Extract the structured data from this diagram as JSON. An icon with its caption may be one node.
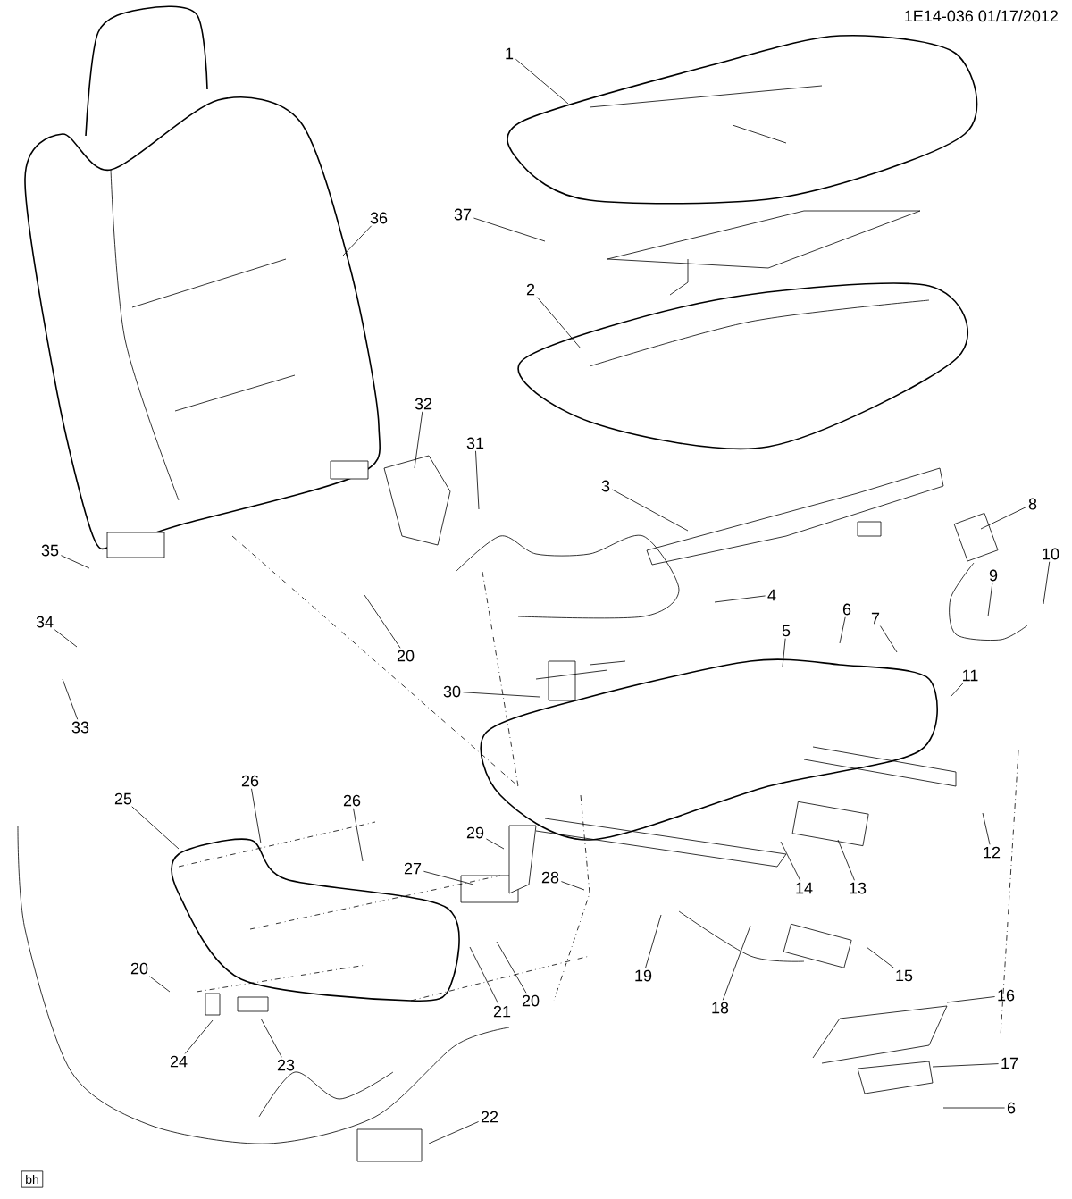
{
  "diagram": {
    "nodes": [
      {
        "text": [
          "1"
        ]
      },
      {
        "text": [
          "36"
        ]
      },
      {
        "text": [
          "37"
        ]
      },
      {
        "text": [
          "2"
        ]
      },
      {
        "text": [
          "32"
        ]
      },
      {
        "text": [
          "31"
        ]
      },
      {
        "text": [
          "3"
        ]
      },
      {
        "text": [
          "8"
        ]
      },
      {
        "text": [
          "10"
        ]
      },
      {
        "text": [
          "9"
        ]
      },
      {
        "text": [
          "35"
        ]
      },
      {
        "text": [
          "4"
        ]
      },
      {
        "text": [
          "6"
        ]
      },
      {
        "text": [
          "20"
        ]
      },
      {
        "text": [
          "34"
        ]
      },
      {
        "text": [
          "5"
        ]
      },
      {
        "text": [
          "7"
        ]
      },
      {
        "text": [
          "30"
        ]
      },
      {
        "text": [
          "33"
        ]
      },
      {
        "text": [
          "11"
        ]
      },
      {
        "text": [
          "12"
        ]
      },
      {
        "text": [
          "29"
        ]
      },
      {
        "text": [
          "26"
        ]
      },
      {
        "text": [
          "26"
        ]
      },
      {
        "text": [
          "25"
        ]
      },
      {
        "text": [
          "27"
        ]
      },
      {
        "text": [
          "28"
        ]
      },
      {
        "text": [
          "14"
        ]
      },
      {
        "text": [
          "13"
        ]
      },
      {
        "text": [
          "19"
        ]
      },
      {
        "text": [
          "20"
        ]
      },
      {
        "text": [
          "21"
        ]
      },
      {
        "text": [
          "20"
        ]
      },
      {
        "text": [
          "24"
        ]
      },
      {
        "text": [
          "18"
        ]
      },
      {
        "text": [
          "15"
        ]
      },
      {
        "text": [
          "16"
        ]
      },
      {
        "text": [
          "23"
        ]
      },
      {
        "text": [
          "17"
        ]
      },
      {
        "text": [
          "22"
        ]
      },
      {
        "text": [
          "6"
        ]
      },
      {
        "text": [
          "bh"
        ]
      }
    ],
    "edges": [
      {
        "from": 0,
        "to": null,
        "arrow": "none"
      },
      {
        "from": 1,
        "to": null,
        "arrow": "none"
      },
      {
        "from": 2,
        "to": null,
        "arrow": "none"
      },
      {
        "from": 3,
        "to": null,
        "arrow": "none"
      },
      {
        "from": 4,
        "to": null,
        "arrow": "none"
      },
      {
        "from": 5,
        "to": null,
        "arrow": "none"
      },
      {
        "from": 6,
        "to": null,
        "arrow": "none"
      },
      {
        "from": 7,
        "to": null,
        "arrow": "none"
      },
      {
        "from": 8,
        "to": null,
        "arrow": "none"
      },
      {
        "from": 9,
        "to": null,
        "arrow": "none"
      },
      {
        "from": 10,
        "to": null,
        "arrow": "none"
      },
      {
        "from": 11,
        "to": null,
        "arrow": "none"
      },
      {
        "from": 12,
        "to": null,
        "arrow": "none"
      },
      {
        "from": 13,
        "to": null,
        "arrow": "none"
      },
      {
        "from": 14,
        "to": null,
        "arrow": "none"
      },
      {
        "from": 15,
        "to": null,
        "arrow": "none"
      },
      {
        "from": 16,
        "to": null,
        "arrow": "none"
      },
      {
        "from": 17,
        "to": null,
        "arrow": "none"
      },
      {
        "from": 18,
        "to": null,
        "arrow": "none"
      },
      {
        "from": 19,
        "to": null,
        "arrow": "none"
      },
      {
        "from": 20,
        "to": null,
        "arrow": "none"
      },
      {
        "from": 21,
        "to": null,
        "arrow": "none"
      },
      {
        "from": 22,
        "to": null,
        "arrow": "none"
      },
      {
        "from": 23,
        "to": null,
        "arrow": "none"
      },
      {
        "from": 24,
        "to": null,
        "arrow": "none"
      },
      {
        "from": 25,
        "to": null,
        "arrow": "none"
      },
      {
        "from": 26,
        "to": null,
        "arrow": "none"
      },
      {
        "from": 27,
        "to": null,
        "arrow": "none"
      },
      {
        "from": 28,
        "to": null,
        "arrow": "none"
      },
      {
        "from": 29,
        "to": null,
        "arrow": "none"
      },
      {
        "from": 30,
        "to": null,
        "arrow": "none"
      },
      {
        "from": 31,
        "to": null,
        "arrow": "none"
      },
      {
        "from": 32,
        "to": null,
        "arrow": "none"
      },
      {
        "from": 33,
        "to": null,
        "arrow": "none"
      },
      {
        "from": 34,
        "to": null,
        "arrow": "none"
      },
      {
        "from": 35,
        "to": null,
        "arrow": "none"
      },
      {
        "from": 36,
        "to": null,
        "arrow": "none"
      },
      {
        "from": 37,
        "to": null,
        "arrow": "none"
      },
      {
        "from": 38,
        "to": null,
        "arrow": "none"
      },
      {
        "from": 39,
        "to": null,
        "arrow": "none"
      },
      {
        "from": 40,
        "to": null,
        "arrow": "none"
      }
    ],
    "labels": [
      "1E14-036 01/17/2012"
    ]
  }
}
